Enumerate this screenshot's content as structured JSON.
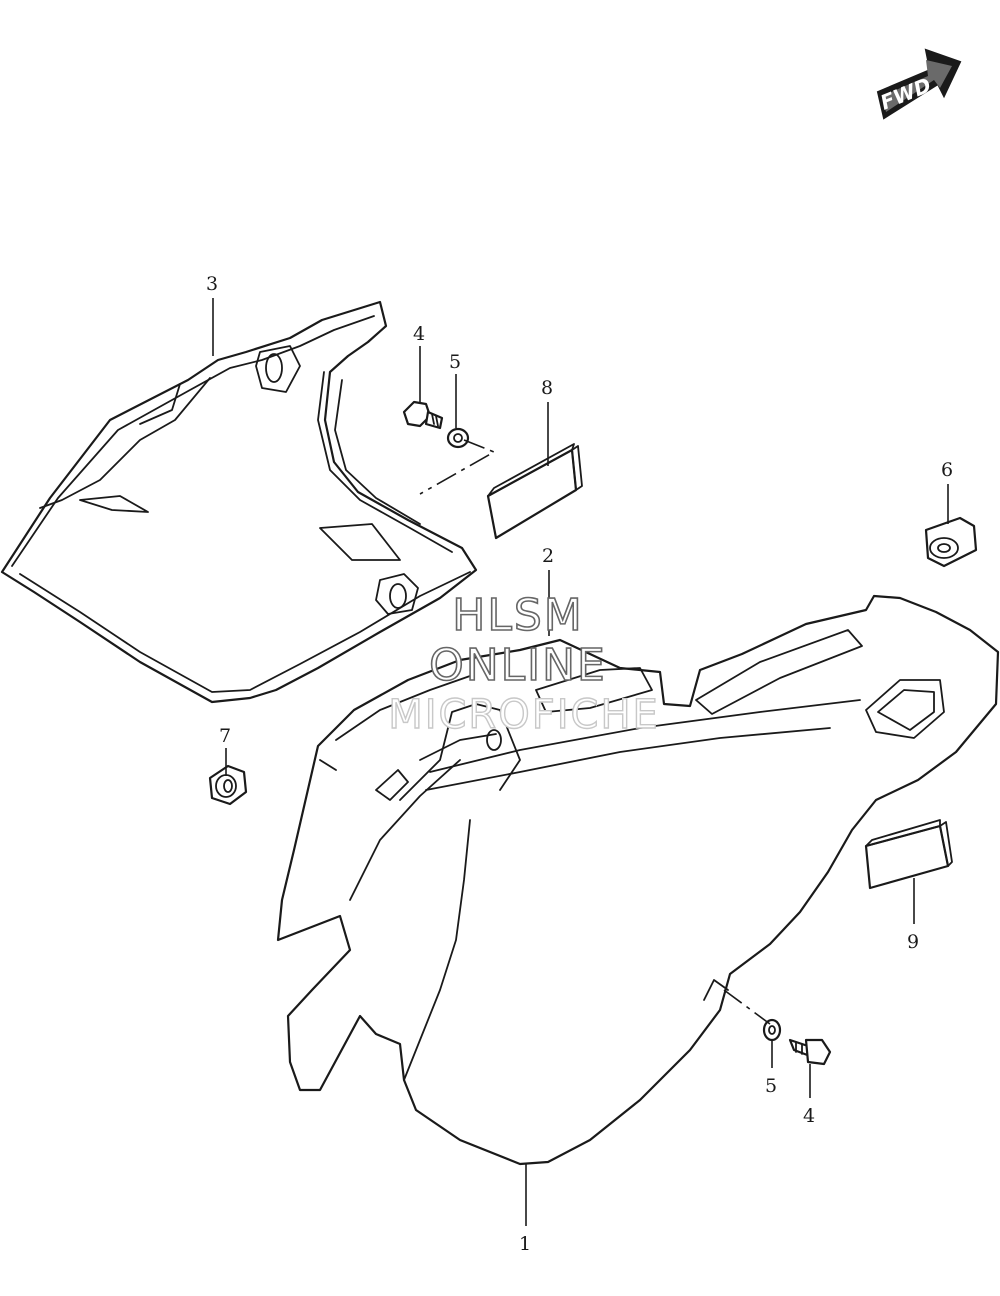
{
  "badge": {
    "label": "FWD"
  },
  "callouts": {
    "c1": "1",
    "c2": "2",
    "c3": "3",
    "c4a": "4",
    "c4b": "4",
    "c5a": "5",
    "c5b": "5",
    "c6": "6",
    "c7": "7",
    "c8": "8",
    "c9": "9"
  },
  "watermark": {
    "line1": "HLSM",
    "line2": "ONLINE",
    "line3": "MICROFICHE"
  }
}
